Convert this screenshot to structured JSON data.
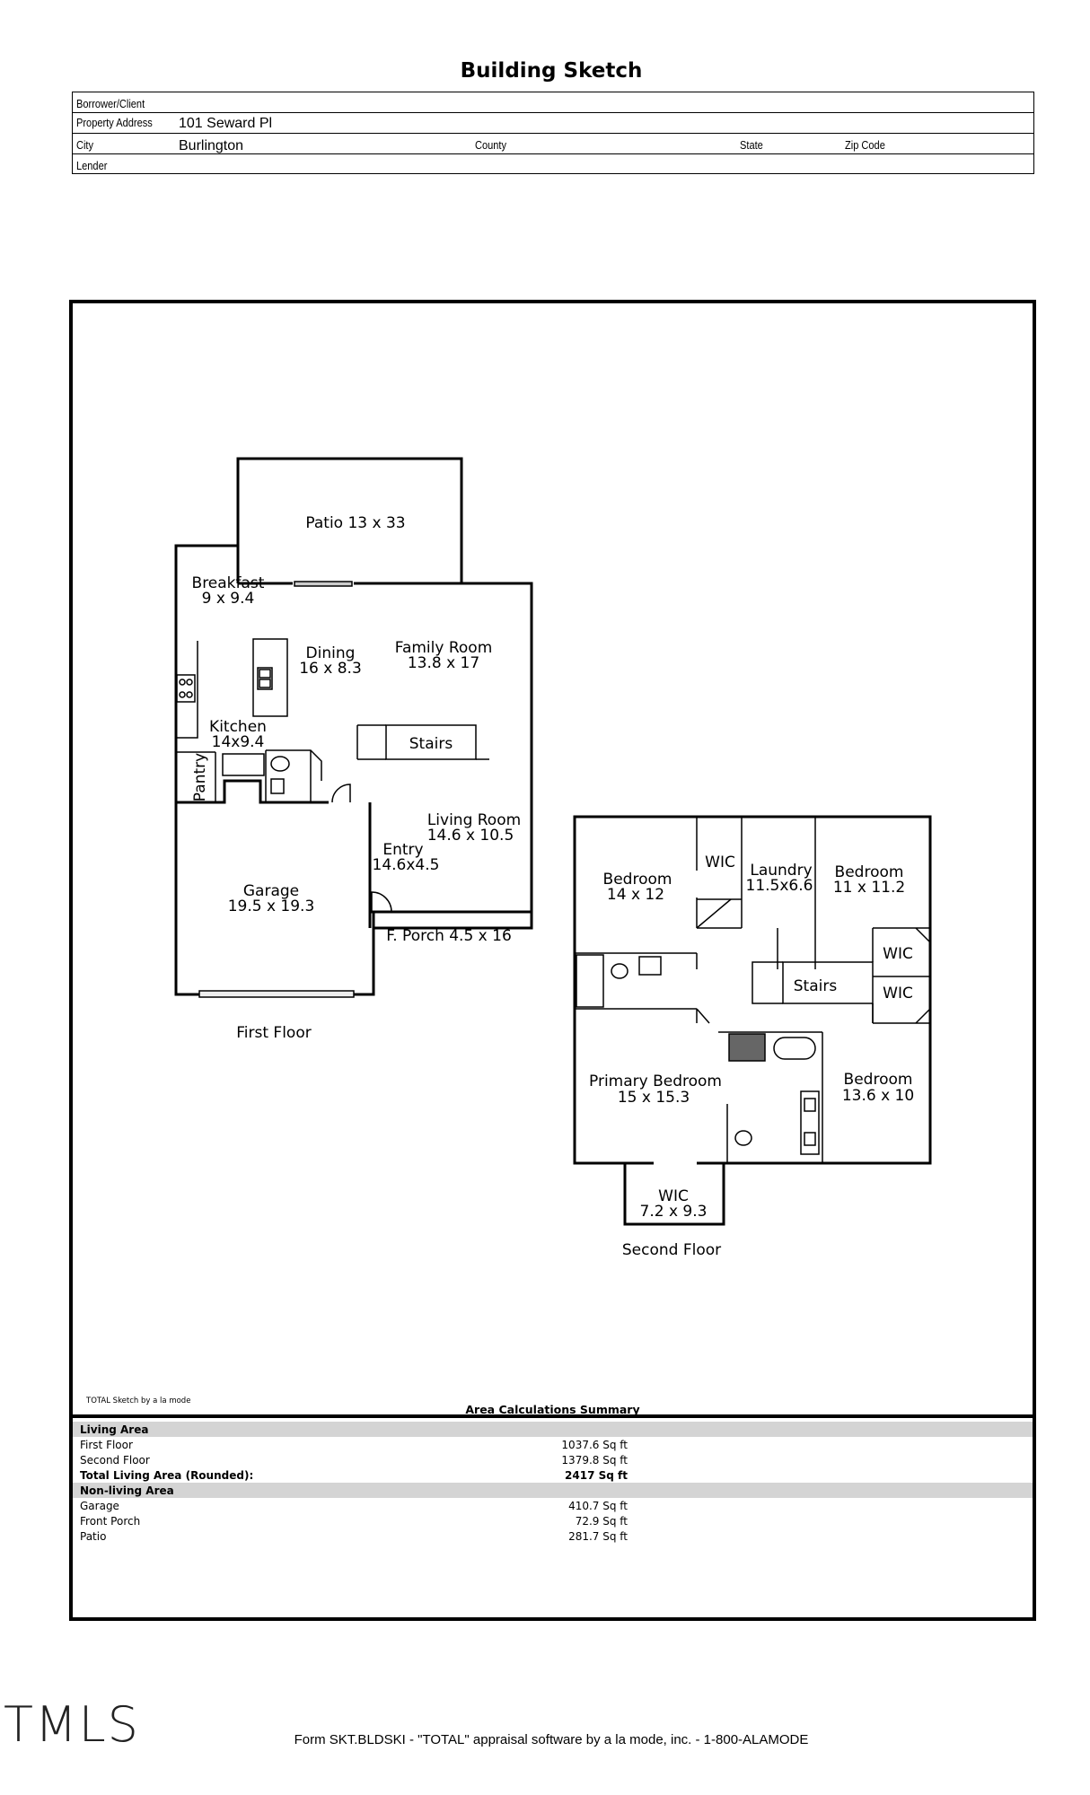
{
  "document": {
    "title": "Building Sketch"
  },
  "header": {
    "borrower_label": "Borrower/Client",
    "borrower_value": "",
    "address_label": "Property Address",
    "address_value": "101 Seward Pl",
    "city_label": "City",
    "city_value": "Burlington",
    "county_label": "County",
    "county_value": "",
    "state_label": "State",
    "state_value": "",
    "zip_label": "Zip Code",
    "zip_value": "",
    "lender_label": "Lender",
    "lender_value": ""
  },
  "first_floor": {
    "floor_label": "First Floor",
    "rooms": {
      "patio": "Patio 13 x 33",
      "breakfast_name": "Breakfast",
      "breakfast_dim": "9 x 9.4",
      "dining_name": "Dining",
      "dining_dim": "16 x 8.3",
      "family_name": "Family Room",
      "family_dim": "13.8 x 17",
      "kitchen_name": "Kitchen",
      "kitchen_dim": "14x9.4",
      "stairs": "Stairs",
      "pantry": "Pantry",
      "living_name": "Living Room",
      "living_dim": "14.6 x 10.5",
      "entry_name": "Entry",
      "entry_dim": "14.6x4.5",
      "garage_name": "Garage",
      "garage_dim": "19.5 x 19.3",
      "porch": "F. Porch 4.5 x 16"
    }
  },
  "second_floor": {
    "floor_label": "Second Floor",
    "rooms": {
      "bedroom1_name": "Bedroom",
      "bedroom1_dim": "14 x 12",
      "wic1": "WIC",
      "laundry_name": "Laundry",
      "laundry_dim": "11.5x6.6",
      "bedroom2_name": "Bedroom",
      "bedroom2_dim": "11 x 11.2",
      "wic2": "WIC",
      "wic3": "WIC",
      "stairs": "Stairs",
      "primary_name": "Primary Bedroom",
      "primary_dim": "15 x 15.3",
      "bedroom3_name": "Bedroom",
      "bedroom3_dim": "13.6 x 10",
      "wic4_name": "WIC",
      "wic4_dim": "7.2 x 9.3"
    }
  },
  "sketch_credit": "TOTAL Sketch by a la mode",
  "area_summary": {
    "title": "Area Calculations Summary",
    "living_header": "Living Area",
    "living_rows": [
      {
        "name": "First Floor",
        "value": "1037.6 Sq ft"
      },
      {
        "name": "Second Floor",
        "value": "1379.8 Sq ft"
      }
    ],
    "total_name": "Total Living Area (Rounded):",
    "total_value": "2417 Sq ft",
    "nonliving_header": "Non-living Area",
    "nonliving_rows": [
      {
        "name": "Garage",
        "value": "410.7 Sq ft"
      },
      {
        "name": "Front Porch",
        "value": "72.9 Sq ft"
      },
      {
        "name": "Patio",
        "value": "281.7 Sq ft"
      }
    ]
  },
  "footer": {
    "form_text": "Form SKT.BLDSKI - \"TOTAL\" appraisal software by a la mode, inc. - 1-800-ALAMODE",
    "logo_text": "TMLS"
  }
}
